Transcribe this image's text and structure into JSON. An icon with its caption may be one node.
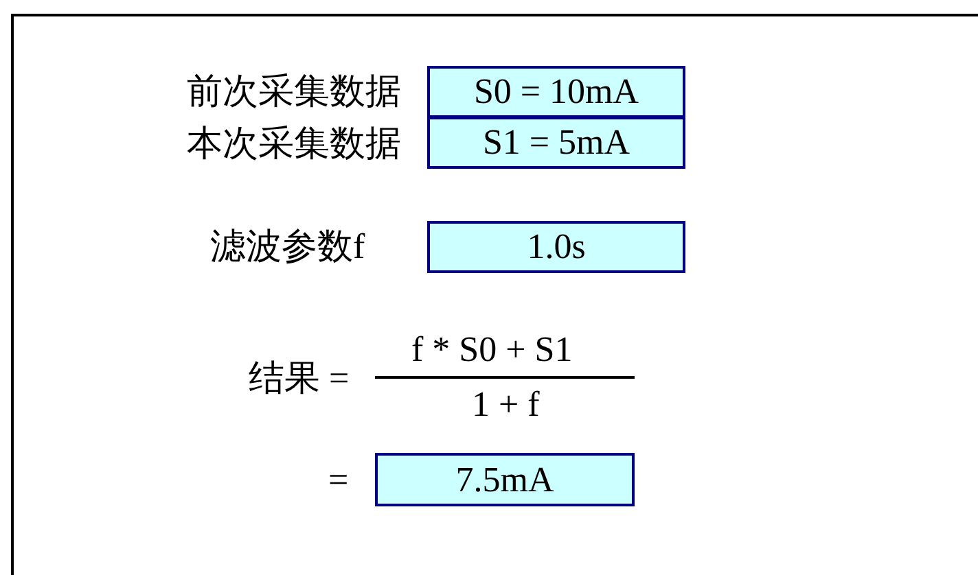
{
  "diagram": {
    "nodes": [
      {
        "text": [
          "S0 = 10mA"
        ]
      },
      {
        "text": [
          "S1 = 5mA"
        ]
      },
      {
        "text": [
          "1.0s"
        ]
      },
      {
        "text": [
          "7.5mA"
        ]
      }
    ],
    "labels": [
      "前次采集数据",
      "本次采集数据",
      "滤波参数f",
      "结果 =",
      "f * S0 + S1",
      "1 + f",
      "="
    ]
  }
}
